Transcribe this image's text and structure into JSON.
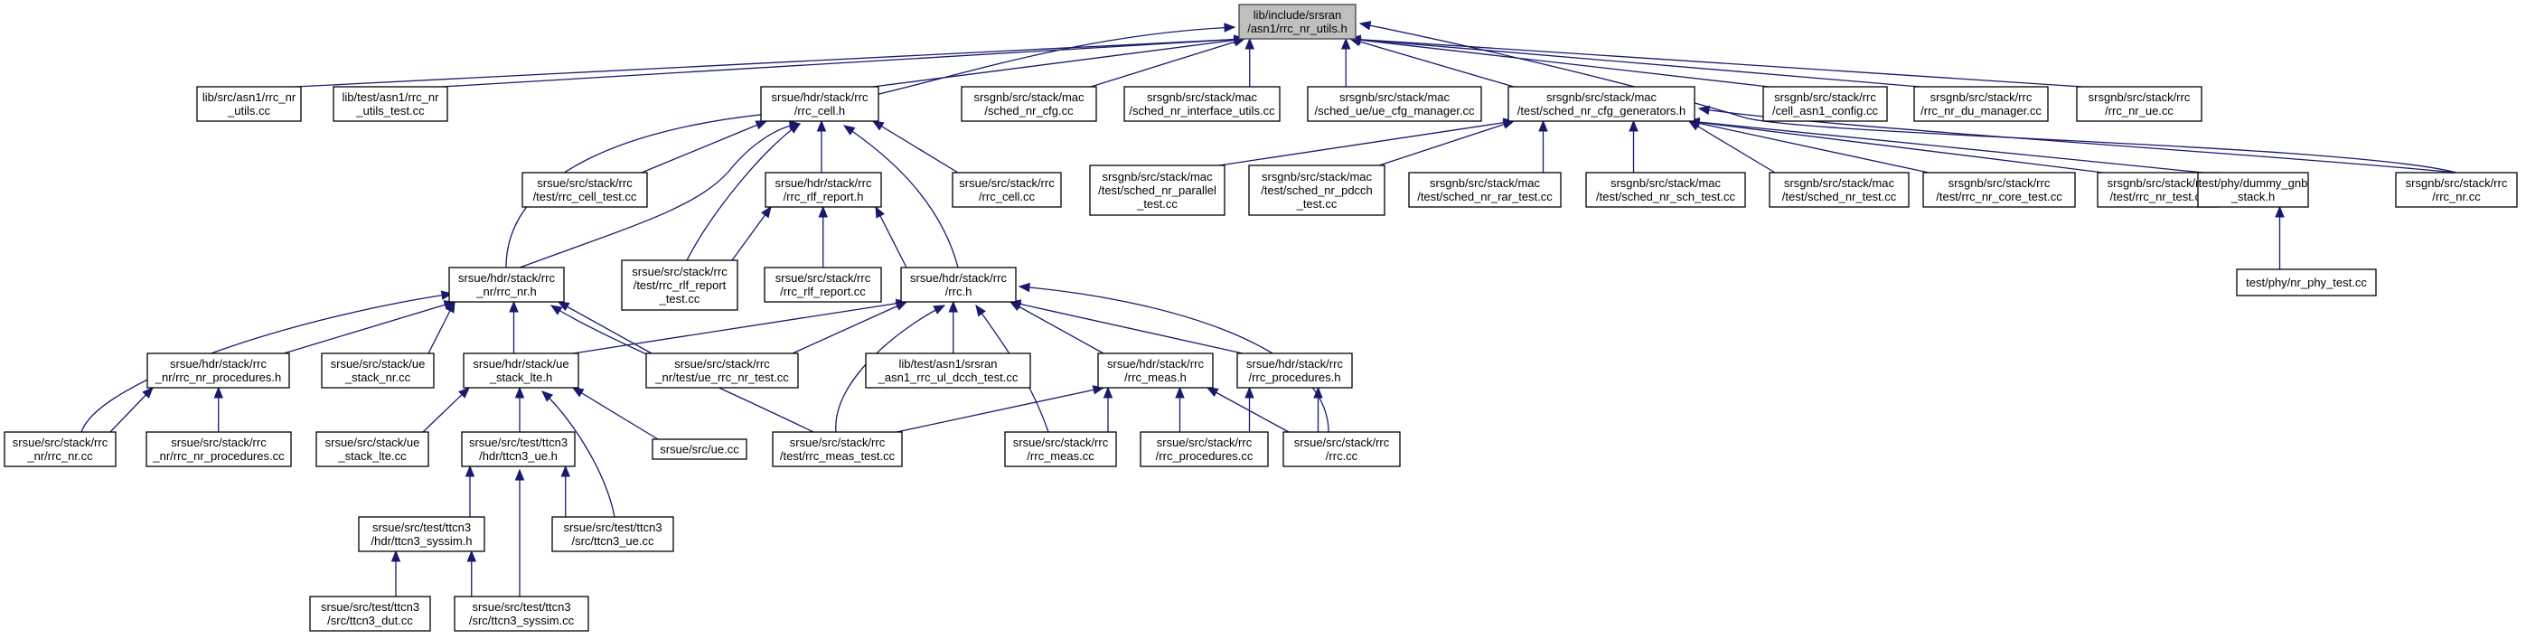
{
  "diagram": {
    "nodes": [
      {
        "id": "root",
        "lines": [
          "lib/include/srsran",
          "/asn1/rrc_nr_utils.h"
        ]
      },
      {
        "id": "asn1_rrc_nr_utils_cc",
        "lines": [
          "lib/src/asn1/rrc_nr",
          "_utils.cc"
        ]
      },
      {
        "id": "rrc_nr_utils_test_cc",
        "lines": [
          "lib/test/asn1/rrc_nr",
          "_utils_test.cc"
        ]
      },
      {
        "id": "rrc_cell_h",
        "lines": [
          "srsue/hdr/stack/rrc",
          "/rrc_cell.h"
        ]
      },
      {
        "id": "sched_nr_cfg_cc",
        "lines": [
          "srsgnb/src/stack/mac",
          "/sched_nr_cfg.cc"
        ]
      },
      {
        "id": "sched_nr_interface_utils_cc",
        "lines": [
          "srsgnb/src/stack/mac",
          "/sched_nr_interface_utils.cc"
        ]
      },
      {
        "id": "ue_cfg_manager_cc",
        "lines": [
          "srsgnb/src/stack/mac",
          "/sched_ue/ue_cfg_manager.cc"
        ]
      },
      {
        "id": "sched_nr_cfg_generators_h",
        "lines": [
          "srsgnb/src/stack/mac",
          "/test/sched_nr_cfg_generators.h"
        ]
      },
      {
        "id": "cell_asn1_config_cc",
        "lines": [
          "srsgnb/src/stack/rrc",
          "/cell_asn1_config.cc"
        ]
      },
      {
        "id": "rrc_nr_du_manager_cc",
        "lines": [
          "srsgnb/src/stack/rrc",
          "/rrc_nr_du_manager.cc"
        ]
      },
      {
        "id": "rrc_nr_ue_cc",
        "lines": [
          "srsgnb/src/stack/rrc",
          "/rrc_nr_ue.cc"
        ]
      },
      {
        "id": "rrc_cell_test_cc",
        "lines": [
          "srsue/src/stack/rrc",
          "/test/rrc_cell_test.cc"
        ]
      },
      {
        "id": "rrc_rlf_report_h",
        "lines": [
          "srsue/hdr/stack/rrc",
          "/rrc_rlf_report.h"
        ]
      },
      {
        "id": "rrc_cell_cc",
        "lines": [
          "srsue/src/stack/rrc",
          "/rrc_cell.cc"
        ]
      },
      {
        "id": "sched_nr_parallel_test_cc",
        "lines": [
          "srsgnb/src/stack/mac",
          "/test/sched_nr_parallel",
          "_test.cc"
        ]
      },
      {
        "id": "sched_nr_pdcch_test_cc",
        "lines": [
          "srsgnb/src/stack/mac",
          "/test/sched_nr_pdcch",
          "_test.cc"
        ]
      },
      {
        "id": "sched_nr_rar_test_cc",
        "lines": [
          "srsgnb/src/stack/mac",
          "/test/sched_nr_rar_test.cc"
        ]
      },
      {
        "id": "sched_nr_sch_test_cc",
        "lines": [
          "srsgnb/src/stack/mac",
          "/test/sched_nr_sch_test.cc"
        ]
      },
      {
        "id": "sched_nr_test_cc",
        "lines": [
          "srsgnb/src/stack/mac",
          "/test/sched_nr_test.cc"
        ]
      },
      {
        "id": "rrc_nr_core_test_cc",
        "lines": [
          "srsgnb/src/stack/rrc",
          "/test/rrc_nr_core_test.cc"
        ]
      },
      {
        "id": "gnb_rrc_nr_test_cc",
        "lines": [
          "srsgnb/src/stack/rrc",
          "/test/rrc_nr_test.cc"
        ]
      },
      {
        "id": "dummy_gnb_stack_h",
        "lines": [
          "test/phy/dummy_gnb",
          "_stack.h"
        ]
      },
      {
        "id": "gnb_rrc_nr_cc",
        "lines": [
          "srsgnb/src/stack/rrc",
          "/rrc_nr.cc"
        ]
      },
      {
        "id": "nr_phy_test_cc",
        "lines": [
          "test/phy/nr_phy_test.cc"
        ]
      },
      {
        "id": "ue_rrc_nr_h",
        "lines": [
          "srsue/hdr/stack/rrc",
          "_nr/rrc_nr.h"
        ]
      },
      {
        "id": "rrc_rlf_report_test_cc",
        "lines": [
          "srsue/src/stack/rrc",
          "/test/rrc_rlf_report",
          "_test.cc"
        ]
      },
      {
        "id": "rrc_rlf_report_cc",
        "lines": [
          "srsue/src/stack/rrc",
          "/rrc_rlf_report.cc"
        ]
      },
      {
        "id": "rrc_h",
        "lines": [
          "srsue/hdr/stack/rrc",
          "/rrc.h"
        ]
      },
      {
        "id": "rrc_nr_procedures_h",
        "lines": [
          "srsue/hdr/stack/rrc",
          "_nr/rrc_nr_procedures.h"
        ]
      },
      {
        "id": "ue_stack_nr_cc",
        "lines": [
          "srsue/src/stack/ue",
          "_stack_nr.cc"
        ]
      },
      {
        "id": "ue_stack_lte_h",
        "lines": [
          "srsue/hdr/stack/ue",
          "_stack_lte.h"
        ]
      },
      {
        "id": "ue_rrc_nr_test_cc",
        "lines": [
          "srsue/src/stack/rrc",
          "_nr/test/ue_rrc_nr_test.cc"
        ]
      },
      {
        "id": "rrc_ul_dcch_test_cc",
        "lines": [
          "lib/test/asn1/srsran",
          "_asn1_rrc_ul_dcch_test.cc"
        ]
      },
      {
        "id": "rrc_meas_h",
        "lines": [
          "srsue/hdr/stack/rrc",
          "/rrc_meas.h"
        ]
      },
      {
        "id": "rrc_procedures_h",
        "lines": [
          "srsue/hdr/stack/rrc",
          "/rrc_procedures.h"
        ]
      },
      {
        "id": "ue_rrc_nr_cc",
        "lines": [
          "srsue/src/stack/rrc",
          "_nr/rrc_nr.cc"
        ]
      },
      {
        "id": "rrc_nr_procedures_cc",
        "lines": [
          "srsue/src/stack/rrc",
          "_nr/rrc_nr_procedures.cc"
        ]
      },
      {
        "id": "ue_stack_lte_cc",
        "lines": [
          "srsue/src/stack/ue",
          "_stack_lte.cc"
        ]
      },
      {
        "id": "ttcn3_ue_h",
        "lines": [
          "srsue/src/test/ttcn3",
          "/hdr/ttcn3_ue.h"
        ]
      },
      {
        "id": "ue_cc",
        "lines": [
          "srsue/src/ue.cc"
        ]
      },
      {
        "id": "rrc_meas_test_cc",
        "lines": [
          "srsue/src/stack/rrc",
          "/test/rrc_meas_test.cc"
        ]
      },
      {
        "id": "rrc_meas_cc",
        "lines": [
          "srsue/src/stack/rrc",
          "/rrc_meas.cc"
        ]
      },
      {
        "id": "rrc_procedures_cc",
        "lines": [
          "srsue/src/stack/rrc",
          "/rrc_procedures.cc"
        ]
      },
      {
        "id": "rrc_cc",
        "lines": [
          "srsue/src/stack/rrc",
          "/rrc.cc"
        ]
      },
      {
        "id": "ttcn3_syssim_h",
        "lines": [
          "srsue/src/test/ttcn3",
          "/hdr/ttcn3_syssim.h"
        ]
      },
      {
        "id": "ttcn3_ue_cc",
        "lines": [
          "srsue/src/test/ttcn3",
          "/src/ttcn3_ue.cc"
        ]
      },
      {
        "id": "ttcn3_dut_cc",
        "lines": [
          "srsue/src/test/ttcn3",
          "/src/ttcn3_dut.cc"
        ]
      },
      {
        "id": "ttcn3_syssim_cc",
        "lines": [
          "srsue/src/test/ttcn3",
          "/src/ttcn3_syssim.cc"
        ]
      }
    ],
    "edges": [
      [
        "asn1_rrc_nr_utils_cc",
        "root"
      ],
      [
        "rrc_nr_utils_test_cc",
        "root"
      ],
      [
        "rrc_cell_h",
        "root"
      ],
      [
        "sched_nr_cfg_cc",
        "root"
      ],
      [
        "sched_nr_interface_utils_cc",
        "root"
      ],
      [
        "ue_cfg_manager_cc",
        "root"
      ],
      [
        "sched_nr_cfg_generators_h",
        "root"
      ],
      [
        "cell_asn1_config_cc",
        "root"
      ],
      [
        "rrc_nr_du_manager_cc",
        "root"
      ],
      [
        "rrc_nr_ue_cc",
        "root"
      ],
      [
        "gnb_rrc_nr_cc",
        "root"
      ],
      [
        "ue_rrc_nr_h",
        "root"
      ],
      [
        "rrc_cell_test_cc",
        "rrc_cell_h"
      ],
      [
        "rrc_rlf_report_h",
        "rrc_cell_h"
      ],
      [
        "rrc_cell_cc",
        "rrc_cell_h"
      ],
      [
        "ue_rrc_nr_h",
        "rrc_cell_h"
      ],
      [
        "rrc_rlf_report_test_cc",
        "rrc_cell_h"
      ],
      [
        "rrc_h",
        "rrc_cell_h"
      ],
      [
        "sched_nr_parallel_test_cc",
        "sched_nr_cfg_generators_h"
      ],
      [
        "sched_nr_pdcch_test_cc",
        "sched_nr_cfg_generators_h"
      ],
      [
        "sched_nr_rar_test_cc",
        "sched_nr_cfg_generators_h"
      ],
      [
        "sched_nr_sch_test_cc",
        "sched_nr_cfg_generators_h"
      ],
      [
        "sched_nr_test_cc",
        "sched_nr_cfg_generators_h"
      ],
      [
        "rrc_nr_core_test_cc",
        "sched_nr_cfg_generators_h"
      ],
      [
        "gnb_rrc_nr_test_cc",
        "sched_nr_cfg_generators_h"
      ],
      [
        "dummy_gnb_stack_h",
        "sched_nr_cfg_generators_h"
      ],
      [
        "gnb_rrc_nr_cc",
        "sched_nr_cfg_generators_h"
      ],
      [
        "nr_phy_test_cc",
        "dummy_gnb_stack_h"
      ],
      [
        "rrc_rlf_report_test_cc",
        "rrc_rlf_report_h"
      ],
      [
        "rrc_rlf_report_cc",
        "rrc_rlf_report_h"
      ],
      [
        "rrc_h",
        "rrc_rlf_report_h"
      ],
      [
        "rrc_nr_procedures_h",
        "ue_rrc_nr_h"
      ],
      [
        "ue_stack_nr_cc",
        "ue_rrc_nr_h"
      ],
      [
        "ue_stack_lte_h",
        "ue_rrc_nr_h"
      ],
      [
        "ue_rrc_nr_test_cc",
        "ue_rrc_nr_h"
      ],
      [
        "ue_rrc_nr_cc",
        "ue_rrc_nr_h"
      ],
      [
        "rrc_meas_test_cc",
        "ue_rrc_nr_h"
      ],
      [
        "ue_stack_lte_h",
        "rrc_h"
      ],
      [
        "ue_rrc_nr_test_cc",
        "rrc_h"
      ],
      [
        "rrc_ul_dcch_test_cc",
        "rrc_h"
      ],
      [
        "rrc_meas_h",
        "rrc_h"
      ],
      [
        "rrc_procedures_h",
        "rrc_h"
      ],
      [
        "rrc_meas_test_cc",
        "rrc_h"
      ],
      [
        "rrc_meas_cc",
        "rrc_h"
      ],
      [
        "rrc_cc",
        "rrc_h"
      ],
      [
        "ue_rrc_nr_cc",
        "rrc_nr_procedures_h"
      ],
      [
        "rrc_nr_procedures_cc",
        "rrc_nr_procedures_h"
      ],
      [
        "ue_stack_lte_cc",
        "ue_stack_lte_h"
      ],
      [
        "ttcn3_ue_h",
        "ue_stack_lte_h"
      ],
      [
        "ue_cc",
        "ue_stack_lte_h"
      ],
      [
        "ttcn3_ue_cc",
        "ue_stack_lte_h"
      ],
      [
        "rrc_meas_test_cc",
        "rrc_meas_h"
      ],
      [
        "rrc_meas_cc",
        "rrc_meas_h"
      ],
      [
        "rrc_procedures_cc",
        "rrc_meas_h"
      ],
      [
        "rrc_cc",
        "rrc_meas_h"
      ],
      [
        "rrc_procedures_cc",
        "rrc_procedures_h"
      ],
      [
        "rrc_cc",
        "rrc_procedures_h"
      ],
      [
        "ttcn3_syssim_h",
        "ttcn3_ue_h"
      ],
      [
        "ttcn3_ue_cc",
        "ttcn3_ue_h"
      ],
      [
        "ttcn3_syssim_cc",
        "ttcn3_ue_h"
      ],
      [
        "ttcn3_dut_cc",
        "ttcn3_syssim_h"
      ],
      [
        "ttcn3_syssim_cc",
        "ttcn3_syssim_h"
      ]
    ]
  }
}
